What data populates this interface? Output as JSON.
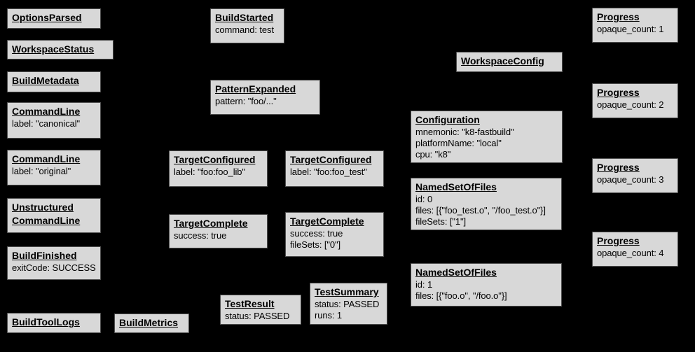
{
  "diagram": {
    "kind": "build-event-protocol-graph",
    "colors": {
      "background": "#000000",
      "node_fill": "#d8d8d8",
      "node_border": "#4e4e4e",
      "text": "#000000"
    }
  },
  "nodes": [
    {
      "title": "OptionsParsed",
      "body": []
    },
    {
      "title": "WorkspaceStatus",
      "body": []
    },
    {
      "title": "BuildMetadata",
      "body": []
    },
    {
      "title": "CommandLine",
      "body": [
        "label: \"canonical\""
      ]
    },
    {
      "title": "CommandLine",
      "body": [
        "label: \"original\""
      ]
    },
    {
      "title": "Unstructured",
      "title2": "CommandLine",
      "body": []
    },
    {
      "title": "BuildFinished",
      "body": [
        "exitCode: SUCCESS"
      ]
    },
    {
      "title": "BuildToolLogs",
      "body": []
    },
    {
      "title": "BuildMetrics",
      "body": []
    },
    {
      "title": "BuildStarted",
      "body": [
        "command: test"
      ]
    },
    {
      "title": "PatternExpanded",
      "body": [
        "pattern: \"foo/...\""
      ]
    },
    {
      "title": "TargetConfigured",
      "body": [
        "label: \"foo:foo_lib\""
      ]
    },
    {
      "title": "TargetConfigured",
      "body": [
        "label: \"foo:foo_test\""
      ]
    },
    {
      "title": "TargetComplete",
      "body": [
        "success: true"
      ]
    },
    {
      "title": "TargetComplete",
      "body": [
        "success: true",
        "fileSets: [\"0\"]"
      ]
    },
    {
      "title": "TestResult",
      "body": [
        "status: PASSED"
      ]
    },
    {
      "title": "TestSummary",
      "body": [
        "status: PASSED",
        "runs: 1"
      ]
    },
    {
      "title": "WorkspaceConfig",
      "body": []
    },
    {
      "title": "Configuration",
      "body": [
        "mnemonic: \"k8-fastbuild\"",
        "platformName: \"local\"",
        "cpu: \"k8\""
      ]
    },
    {
      "title": "NamedSetOfFiles",
      "body": [
        "id: 0",
        "files: [{\"foo_test.o\", \"/foo_test.o\"}]",
        "fileSets: [\"1\"]"
      ]
    },
    {
      "title": "NamedSetOfFiles",
      "body": [
        "id: 1",
        "files: [{\"foo.o\", \"/foo.o\"}]"
      ]
    },
    {
      "title": "Progress",
      "body": [
        "opaque_count: 1"
      ]
    },
    {
      "title": "Progress",
      "body": [
        "opaque_count: 2"
      ]
    },
    {
      "title": "Progress",
      "body": [
        "opaque_count: 3"
      ]
    },
    {
      "title": "Progress",
      "body": [
        "opaque_count: 4"
      ]
    }
  ]
}
